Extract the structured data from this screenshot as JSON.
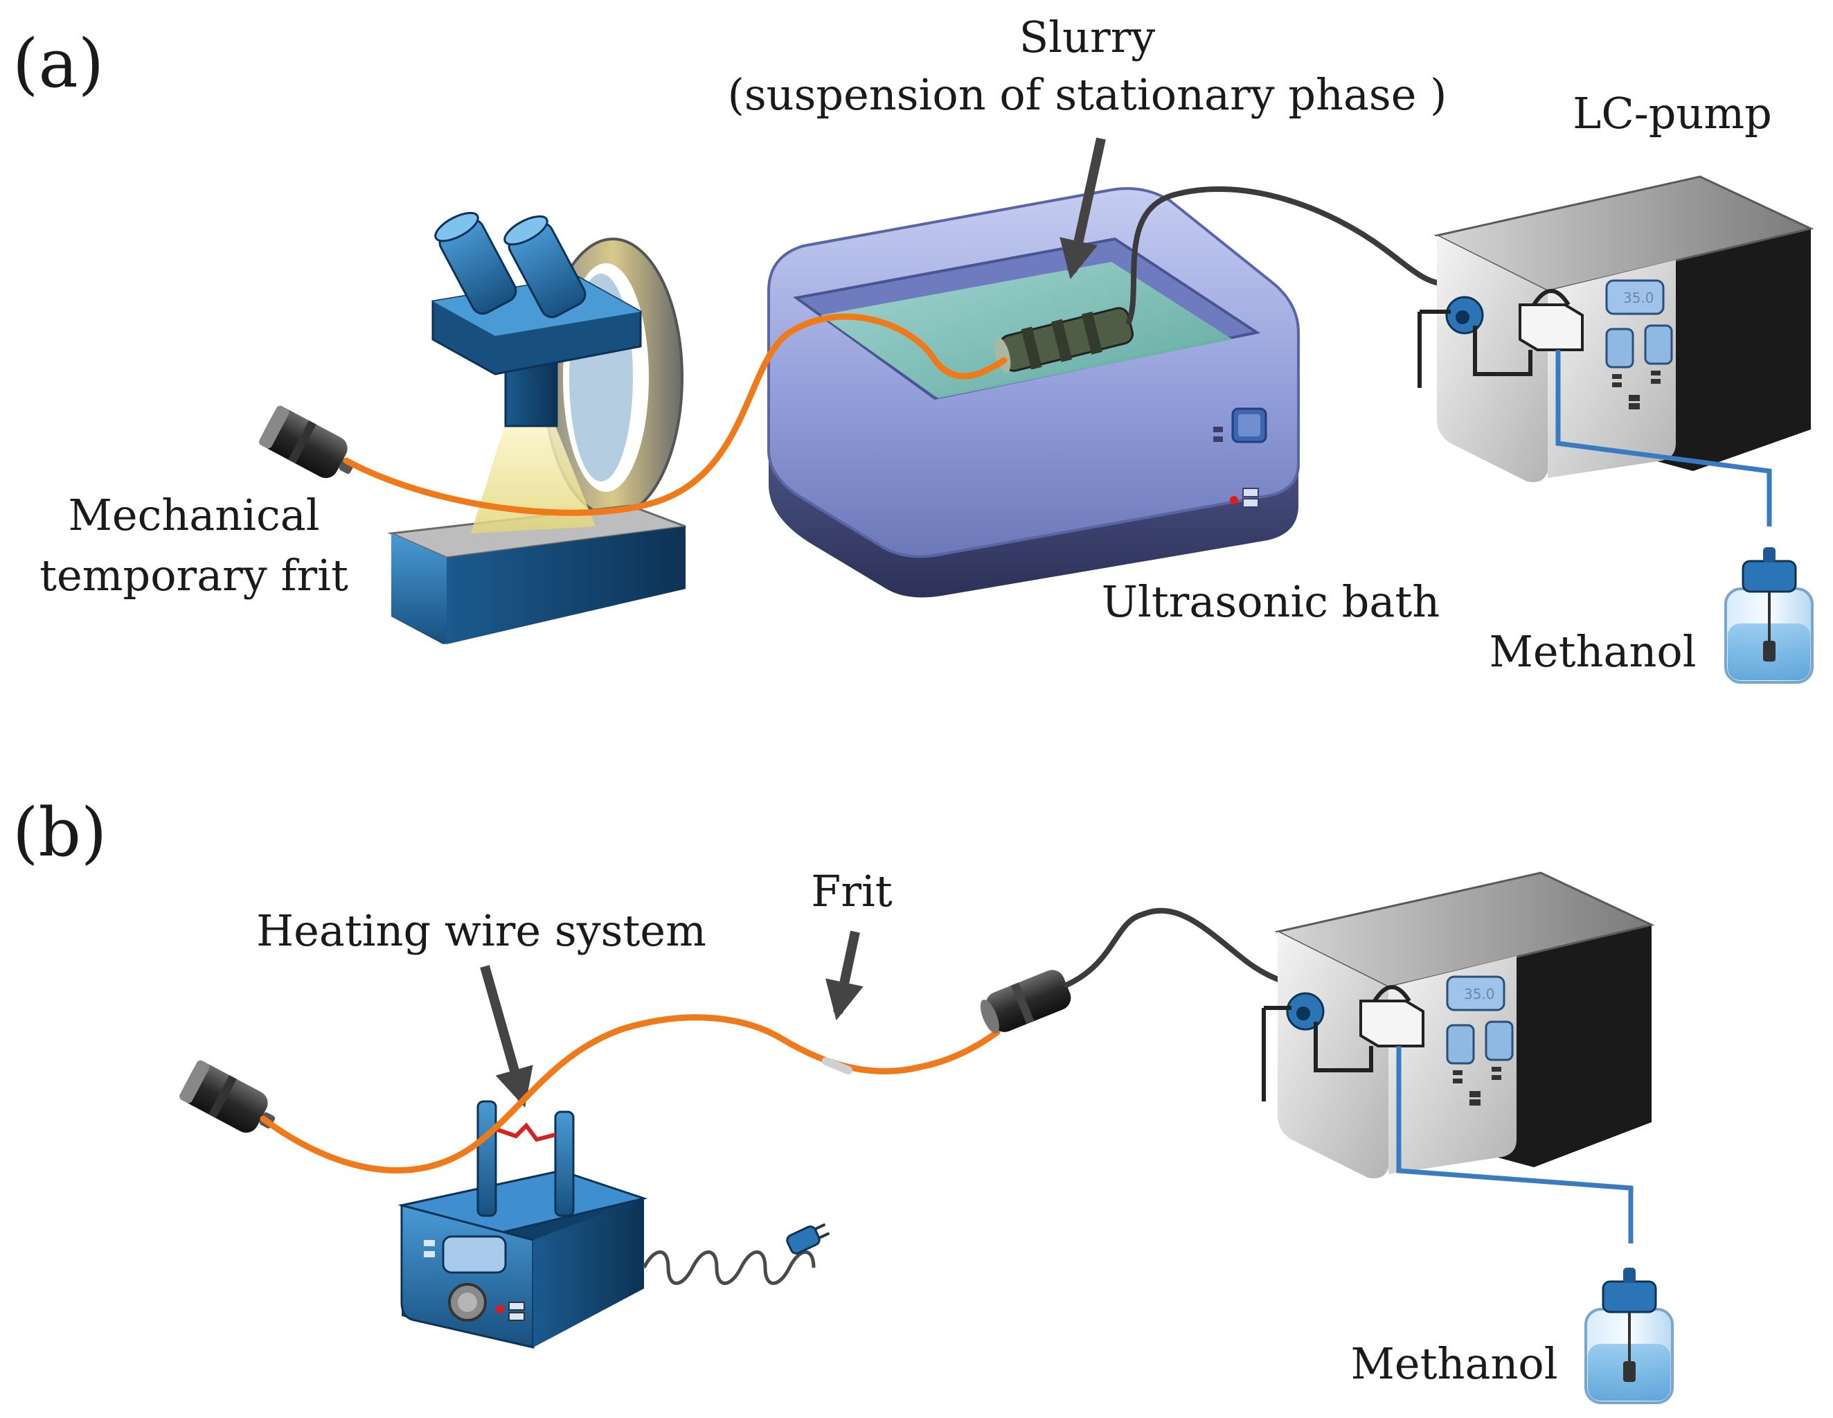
{
  "panels": [
    {
      "id": "a",
      "label": "(a)",
      "labels": {
        "slurry_title": "Slurry",
        "slurry_subtitle": "(suspension  of stationary  phase )",
        "pump": "LC-pump",
        "frit_line1": "Mechanical",
        "frit_line2": "temporary  frit",
        "bath": "Ultrasonic  bath",
        "solvent": "Methanol"
      },
      "pump_display": "35.0"
    },
    {
      "id": "b",
      "label": "(b)",
      "labels": {
        "frit": "Frit",
        "heater": "Heating  wire  system",
        "solvent": "Methanol"
      },
      "pump_display": "35.0"
    }
  ],
  "colors": {
    "capillary": "#f07a1a",
    "device_blue": "#1f5f96",
    "bath_body": "#9aa6de",
    "bath_water": "#7cc6b8",
    "pump_face": "#cfcfcf",
    "pump_dark": "#1a1a1a",
    "solvent_line": "#3a7bc0",
    "arrow": "#444444",
    "heating_wire": "#d82020"
  },
  "icons": [
    "microscope-icon",
    "ultrasonic-bath-icon",
    "lc-pump-icon",
    "solvent-bottle-icon",
    "column-icon",
    "heater-box-icon",
    "power-plug-icon",
    "connector-icon"
  ]
}
